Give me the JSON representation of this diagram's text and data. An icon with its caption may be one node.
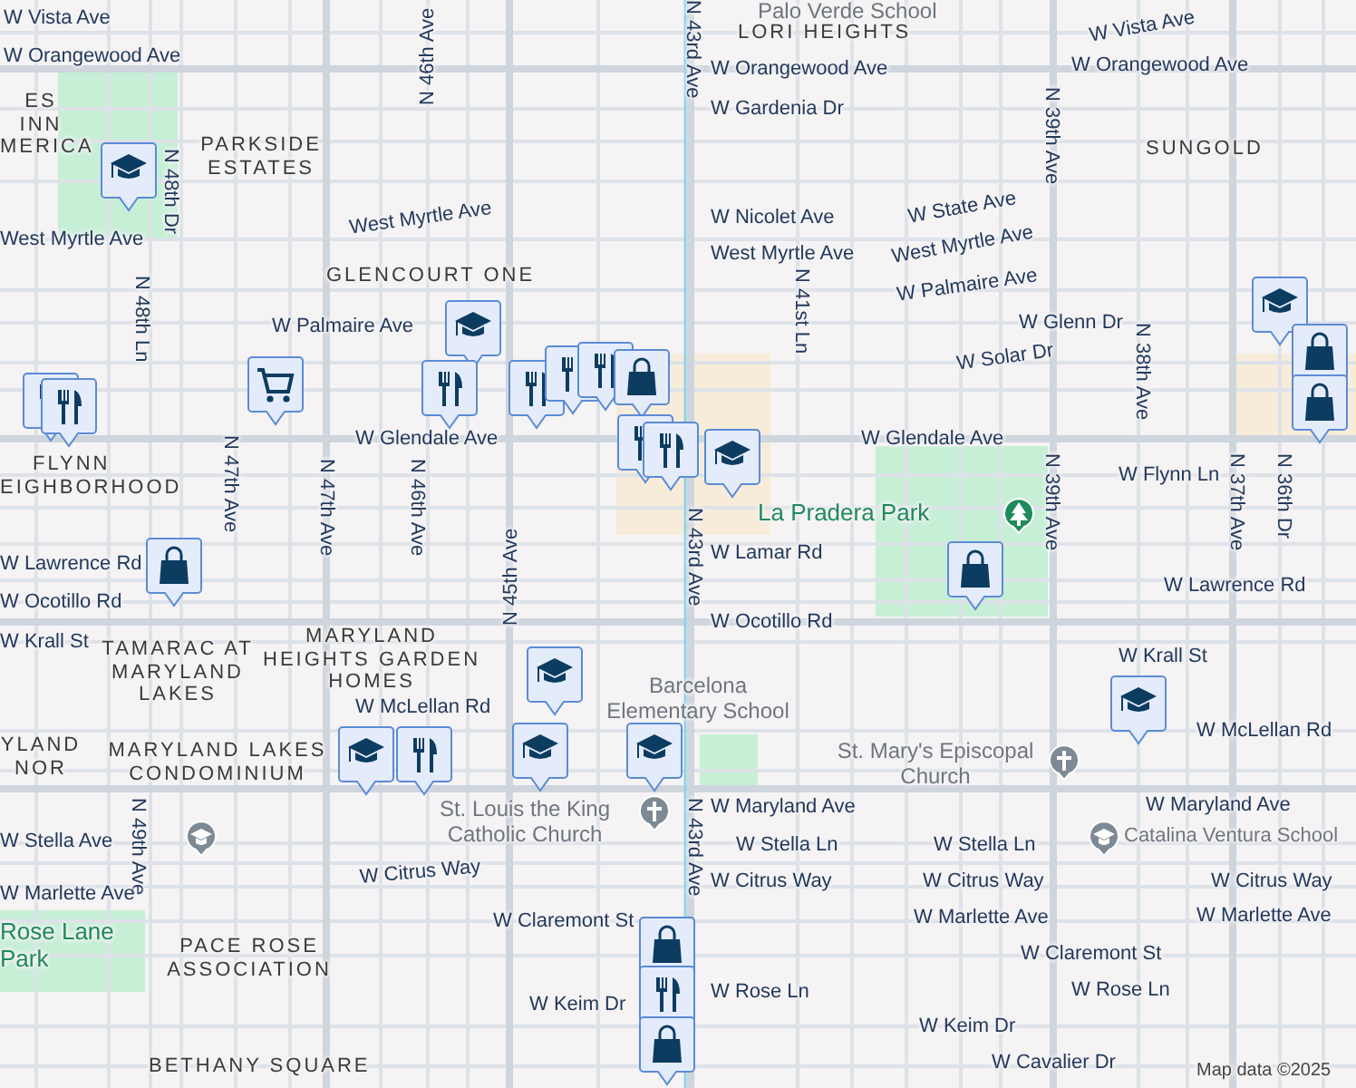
{
  "diagram": {
    "labels": [
      "W Vista Ave",
      "W Orangewood Ave",
      "ES INN MERICA",
      "PARKSIDE ESTATES",
      "N 48th Dr",
      "N 46th Ave",
      "West Myrtle Ave",
      "West Myrtle Ave",
      "GLENCOURT ONE",
      "N 48th Ln",
      "W Palmaire Ave",
      "N 47th Ave",
      "W Glendale Ave",
      "FLYNN",
      "EIGHBORHOOD",
      "N 47th Ave",
      "N 46th Ave",
      "N 45th Ave",
      "W Lawrence Rd",
      "W Ocotillo Rd",
      "W Krall St",
      "TAMARAC AT MARYLAND LAKES",
      "MARYLAND HEIGHTS GARDEN HOMES",
      "W McLellan Rd",
      "YLAND NOR",
      "MARYLAND LAKES CONDOMINIUM",
      "St. Louis the King Catholic Church",
      "N 49th Ave",
      "W Stella Ave",
      "W Citrus Way",
      "W Marlette Ave",
      "Rose Lane Park",
      "W Claremont St",
      "PACE ROSE ASSOCIATION",
      "W Keim Dr",
      "BETHANY SQUARE",
      "N 43rd Ave",
      "Palo Verde School",
      "LORI HEIGHTS",
      "W Vista Ave",
      "W Orangewood Ave",
      "W Orangewood Ave",
      "W Gardenia Dr",
      "N 39th Ave",
      "SUNGOLD",
      "W Nicolet Ave",
      "W State Ave",
      "West Myrtle Ave",
      "West Myrtle Ave",
      "N 41st Ln",
      "W Palmaire Ave",
      "W Glenn Dr",
      "N 38th Ave",
      "W Solar Dr",
      "W Glendale Ave",
      "W Flynn Ln",
      "N 39th Ave",
      "N 37th Ave",
      "N 36th Dr",
      "La Pradera Park",
      "N 43rd Ave",
      "W Lamar Rd",
      "W Lawrence Rd",
      "W Ocotillo Rd",
      "W Krall St",
      "Barcelona Elementary School",
      "St. Mary's Episcopal Church",
      "W McLellan Rd",
      "N 43rd Ave",
      "W Maryland Ave",
      "W Maryland Ave",
      "Catalina Ventura School",
      "W Stella Ln",
      "W Stella Ln",
      "W Citrus Way",
      "W Citrus Way",
      "W Citrus Way",
      "W Marlette Ave",
      "W Marlette Ave",
      "W Claremont St",
      "W Rose Ln",
      "W Rose Ln",
      "W Keim Dr",
      "W Cavalier Dr",
      "Map data ©2025"
    ]
  }
}
